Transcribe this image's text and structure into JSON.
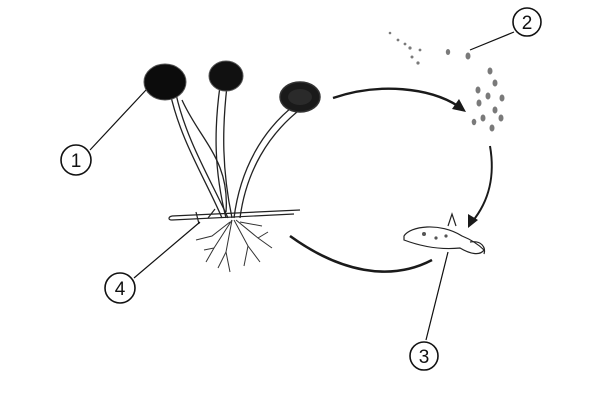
{
  "labels": {
    "one": "1",
    "two": "2",
    "three": "3",
    "four": "4"
  },
  "colors": {
    "ink": "#111111",
    "sporangium": "#0c0c0c",
    "spore": "#7a7a7a"
  }
}
